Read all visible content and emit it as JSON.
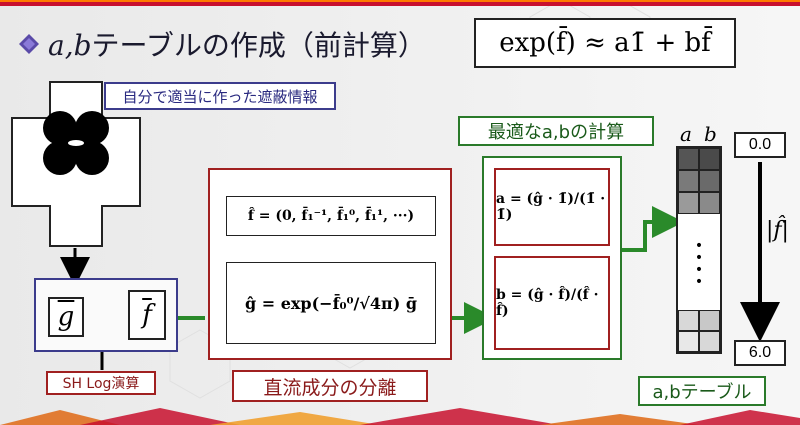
{
  "title": {
    "text_prefix": "a,b",
    "text_suffix": "テーブルの作成（前計算）",
    "formula": "exp(f̄) ≈ a1̄ + bf̄"
  },
  "labels": {
    "occlusion": "自分で適当に作った遮蔽情報",
    "sh_log": "SH Log演算",
    "dc_separation": "直流成分の分離",
    "optimal_ab": "最適なa,bの計算",
    "ab_table": "a,bテーブル"
  },
  "formulas": {
    "g_bar": "g",
    "f_bar": "f",
    "f_hat": "f̂ = (0, f̄₁⁻¹, f̄₁⁰, f̄₁¹, ···)",
    "g_hat": "ĝ = exp(−f̄₀⁰/√4π) ḡ",
    "a_eq": "a = (ĝ · 1̄)/(1̄ · 1̄)",
    "b_eq": "b = (ĝ · f̂)/(f̂ · f̂)"
  },
  "table": {
    "col_a": "a",
    "col_b": "b",
    "range_min": "0.0",
    "range_max": "6.0",
    "axis_label": "|f̂|",
    "ellipsis": "•\n•\n•\n•",
    "cell_colors_top": [
      "#555555",
      "#4a4a4a",
      "#7a7a7a",
      "#6a6a6a",
      "#9a9a9a",
      "#8a8a8a"
    ],
    "cell_colors_bottom": [
      "#d8d8d8",
      "#c8c8c8",
      "#e8e8e8",
      "#d8d8d8"
    ]
  },
  "colors": {
    "arrow_green": "#2a8a2a",
    "border_blue": "#3c3c8c",
    "border_red": "#a02020",
    "border_green": "#2a7a2a",
    "diamond": "#5a4aa8"
  }
}
